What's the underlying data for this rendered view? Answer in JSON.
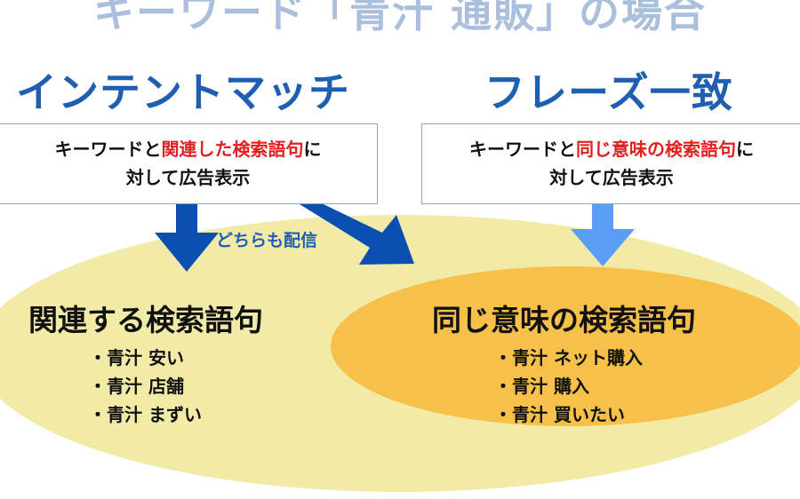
{
  "title": "キーワード「青汁 通販」の場合",
  "match_types": {
    "intent": {
      "heading": "インテントマッチ",
      "description": {
        "prefix": "キーワードと",
        "highlight": "関連した検索語句",
        "suffix": "に",
        "line2": "対して広告表示"
      }
    },
    "phrase": {
      "heading": "フレーズ一致",
      "description": {
        "prefix": "キーワードと",
        "highlight": "同じ意味の検索語句",
        "suffix": "に",
        "line2": "対して広告表示"
      }
    }
  },
  "both_delivery_label": "どちらも配信",
  "groups": {
    "related": {
      "title": "関連する検索語句",
      "items": [
        "青汁 安い",
        "青汁 店舗",
        "青汁 まずい"
      ]
    },
    "same_meaning": {
      "title": "同じ意味の検索語句",
      "items": [
        "青汁 ネット購入",
        "青汁 購入",
        "青汁 買いたい"
      ]
    }
  },
  "colors": {
    "title": "#a9bfdc",
    "heading": "#1f5fb2",
    "highlight": "#e32020",
    "outer_ellipse": "#f2eba8",
    "inner_ellipse": "#f7c049",
    "dark_arrow": "#0b4fb0",
    "light_arrow": "#5a9df5"
  }
}
